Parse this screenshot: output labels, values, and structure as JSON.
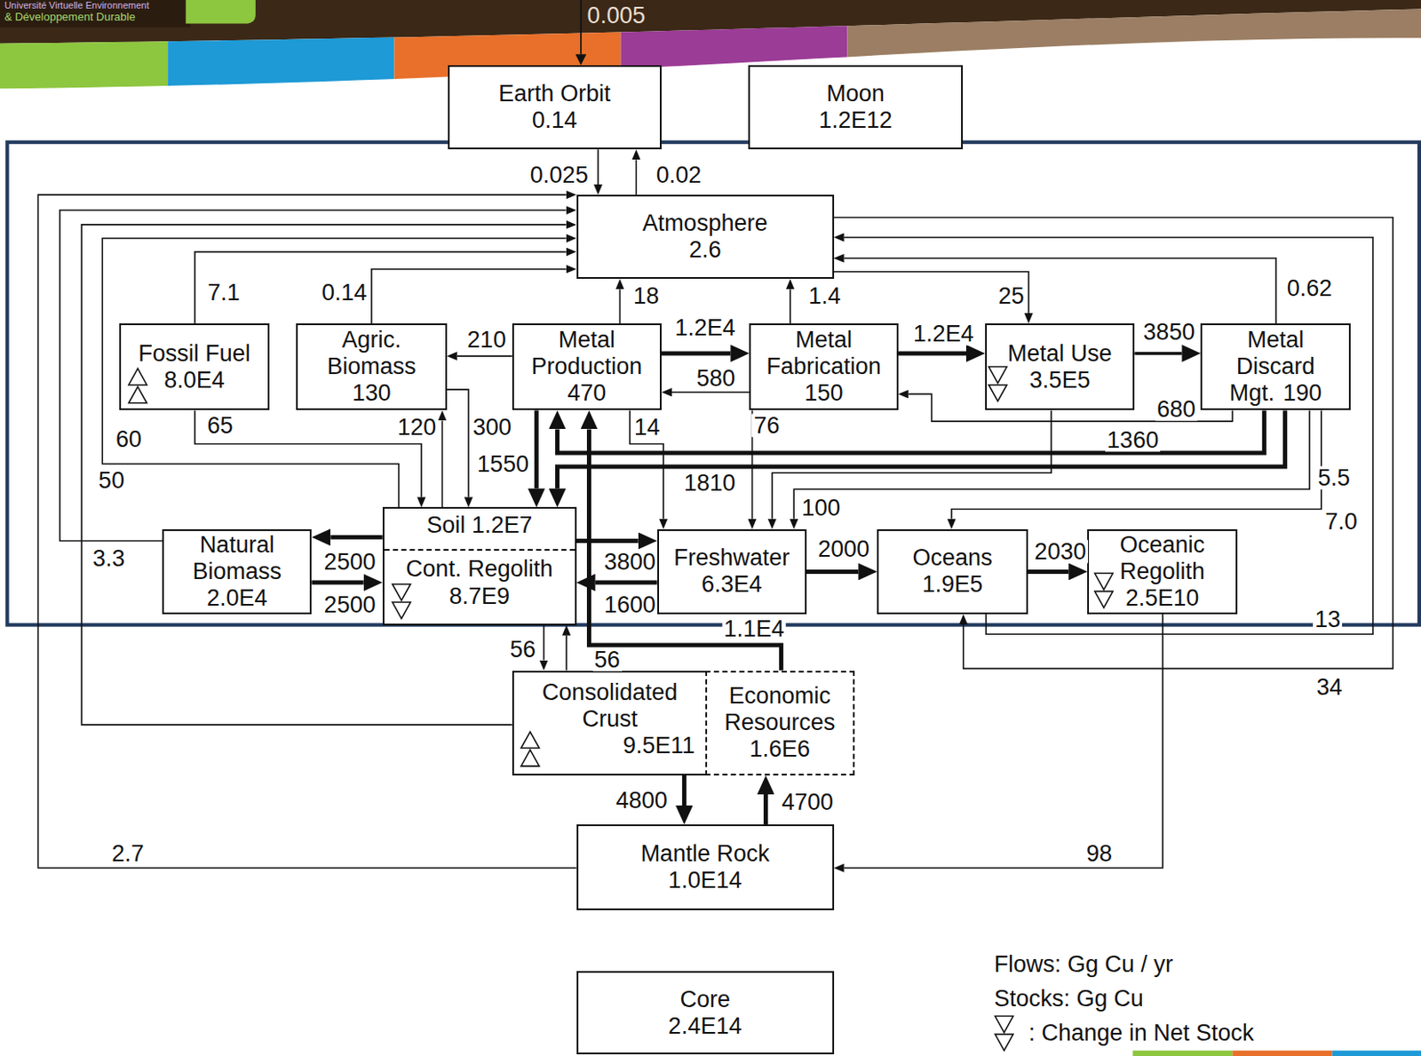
{
  "diagram": {
    "nodes": [
      {
        "text": [
          "Earth Orbit",
          "0.14"
        ]
      },
      {
        "text": [
          "Moon",
          "1.2E12"
        ]
      },
      {
        "text": [
          "Atmosphere",
          "2.6"
        ]
      },
      {
        "text": [
          "Fossil Fuel",
          "8.0E4"
        ]
      },
      {
        "text": [
          "Agric. Biomass",
          "130"
        ]
      },
      {
        "text": [
          "Metal Production",
          "470"
        ]
      },
      {
        "text": [
          "Metal Fabrication",
          "150"
        ]
      },
      {
        "text": [
          "Metal Use",
          "3.5E5"
        ]
      },
      {
        "text": [
          "Metal Discard Mgt.",
          "190"
        ]
      },
      {
        "text": [
          "Natural Biomass",
          "2.0E4"
        ]
      },
      {
        "text": [
          "Soil 1.2E7",
          "Cont. Regolith",
          "8.7E9"
        ]
      },
      {
        "text": [
          "Freshwater",
          "6.3E4"
        ]
      },
      {
        "text": [
          "Oceans",
          "1.9E5"
        ]
      },
      {
        "text": [
          "Oceanic Regolith",
          "2.5E10"
        ]
      },
      {
        "text": [
          "Consolidated Crust",
          "9.5E11"
        ]
      },
      {
        "text": [
          "Economic Resources",
          "1.6E6"
        ],
        "in": 14
      },
      {
        "text": [
          "Mantle Rock",
          "1.0E14"
        ]
      },
      {
        "text": [
          "Core",
          "2.4E14"
        ]
      }
    ],
    "edges": [
      {
        "from": 0,
        "to": 2,
        "label": "0.025",
        "arrow": "to"
      },
      {
        "from": 2,
        "to": 0,
        "label": "0.02",
        "arrow": "to"
      },
      {
        "from": 3,
        "to": 2,
        "label": "7.1",
        "arrow": "to"
      },
      {
        "from": 4,
        "to": 2,
        "label": "0.14",
        "arrow": "to"
      },
      {
        "from": 5,
        "to": 2,
        "label": "18",
        "arrow": "to"
      },
      {
        "from": 6,
        "to": 2,
        "label": "1.4",
        "arrow": "to"
      },
      {
        "from": 2,
        "to": 7,
        "label": "25",
        "arrow": "to"
      },
      {
        "from": 8,
        "to": 2,
        "label": "0.62",
        "arrow": "to"
      },
      {
        "from": 12,
        "to": 2,
        "label": "13",
        "arrow": "to"
      },
      {
        "from": 2,
        "to": 12,
        "label": "34",
        "arrow": "to"
      },
      {
        "from": 16,
        "to": 2,
        "label": "2.7",
        "arrow": "to"
      },
      {
        "from": 9,
        "to": 2,
        "label": "3.3",
        "arrow": "to"
      },
      {
        "from": 14,
        "to": 2,
        "label": "50",
        "arrow": "to"
      },
      {
        "from": 10,
        "to": 2,
        "label": "60",
        "arrow": "to"
      },
      {
        "from": 3,
        "to": 10,
        "label": "65",
        "arrow": "to"
      },
      {
        "from": 10,
        "to": 4,
        "label": "120",
        "arrow": "to"
      },
      {
        "from": 4,
        "to": 10,
        "label": "300",
        "arrow": "to"
      },
      {
        "from": 5,
        "to": 4,
        "label": "210",
        "arrow": "to"
      },
      {
        "from": 5,
        "to": 6,
        "label": "1.2E4",
        "arrow": "to"
      },
      {
        "from": 6,
        "to": 5,
        "label": "580",
        "arrow": "to"
      },
      {
        "from": 6,
        "to": 7,
        "label": "1.2E4",
        "arrow": "to"
      },
      {
        "from": 7,
        "to": 8,
        "label": "3850",
        "arrow": "to"
      },
      {
        "from": 8,
        "to": 6,
        "label": "680",
        "arrow": "to"
      },
      {
        "from": 8,
        "to": 5,
        "label": "1360",
        "arrow": "to"
      },
      {
        "from": 8,
        "to": 10,
        "label": "1810",
        "arrow": "to"
      },
      {
        "from": 5,
        "to": 10,
        "label": "1550",
        "arrow": "to"
      },
      {
        "from": 15,
        "to": 5,
        "label": "1.1E4",
        "arrow": "to"
      },
      {
        "from": 5,
        "to": 11,
        "label": "14",
        "arrow": "to"
      },
      {
        "from": 6,
        "to": 11,
        "label": "76",
        "arrow": "to"
      },
      {
        "from": 7,
        "to": 11,
        "label": "100",
        "arrow": "to"
      },
      {
        "from": 8,
        "to": 11,
        "label": "5.5",
        "arrow": "to"
      },
      {
        "from": 8,
        "to": 12,
        "label": "7.0",
        "arrow": "to"
      },
      {
        "from": 10,
        "to": 9,
        "label": "2500",
        "arrow": "to"
      },
      {
        "from": 9,
        "to": 10,
        "label": "2500",
        "arrow": "to"
      },
      {
        "from": 10,
        "to": 11,
        "label": "3800",
        "arrow": "to"
      },
      {
        "from": 11,
        "to": 10,
        "label": "1600",
        "arrow": "to"
      },
      {
        "from": 11,
        "to": 12,
        "label": "2000",
        "arrow": "to"
      },
      {
        "from": 12,
        "to": 13,
        "label": "2030",
        "arrow": "to"
      },
      {
        "from": 13,
        "to": 16,
        "label": "98",
        "arrow": "to"
      },
      {
        "from": 10,
        "to": 14,
        "label": "56",
        "arrow": "to"
      },
      {
        "from": 14,
        "to": 10,
        "label": "56",
        "arrow": "to"
      },
      {
        "from": 14,
        "to": 16,
        "label": "4800",
        "arrow": "to"
      },
      {
        "from": 16,
        "to": 15,
        "label": "4700",
        "arrow": "to"
      }
    ],
    "labels": [
      "Université Virtuelle Environnement",
      "& Développement Durable",
      "0.005",
      "Flows: Gg Cu / yr",
      "Stocks: Gg Cu"
    ],
    "legend": [
      {
        "text": ": Change in Net Stock"
      }
    ]
  }
}
